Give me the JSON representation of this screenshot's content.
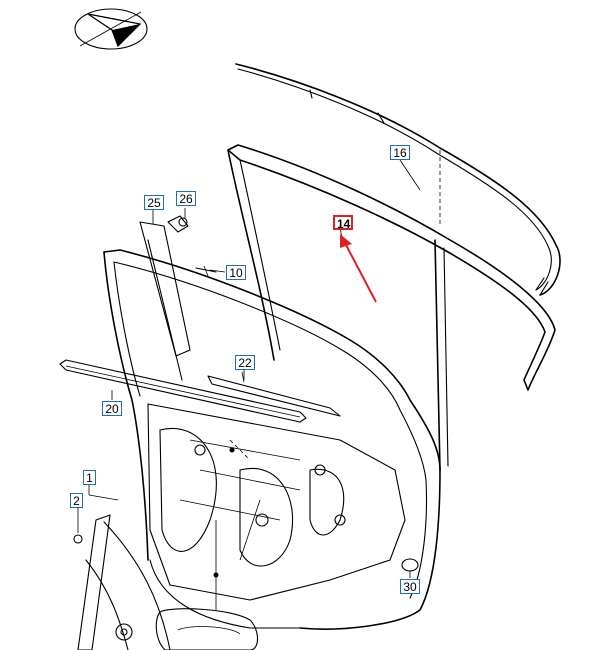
{
  "callouts": [
    {
      "id": "1",
      "label": "1"
    },
    {
      "id": "2",
      "label": "2"
    },
    {
      "id": "10",
      "label": "10"
    },
    {
      "id": "14",
      "label": "14",
      "highlighted": true
    },
    {
      "id": "16",
      "label": "16"
    },
    {
      "id": "20",
      "label": "20"
    },
    {
      "id": "22",
      "label": "22"
    },
    {
      "id": "25",
      "label": "25"
    },
    {
      "id": "26",
      "label": "26"
    },
    {
      "id": "30",
      "label": "30"
    }
  ],
  "colors": {
    "callout_border": "#1e6fb6",
    "highlight": "#e02020",
    "line": "#000000"
  },
  "icons": {
    "orientation": "direction-arrow-icon"
  }
}
